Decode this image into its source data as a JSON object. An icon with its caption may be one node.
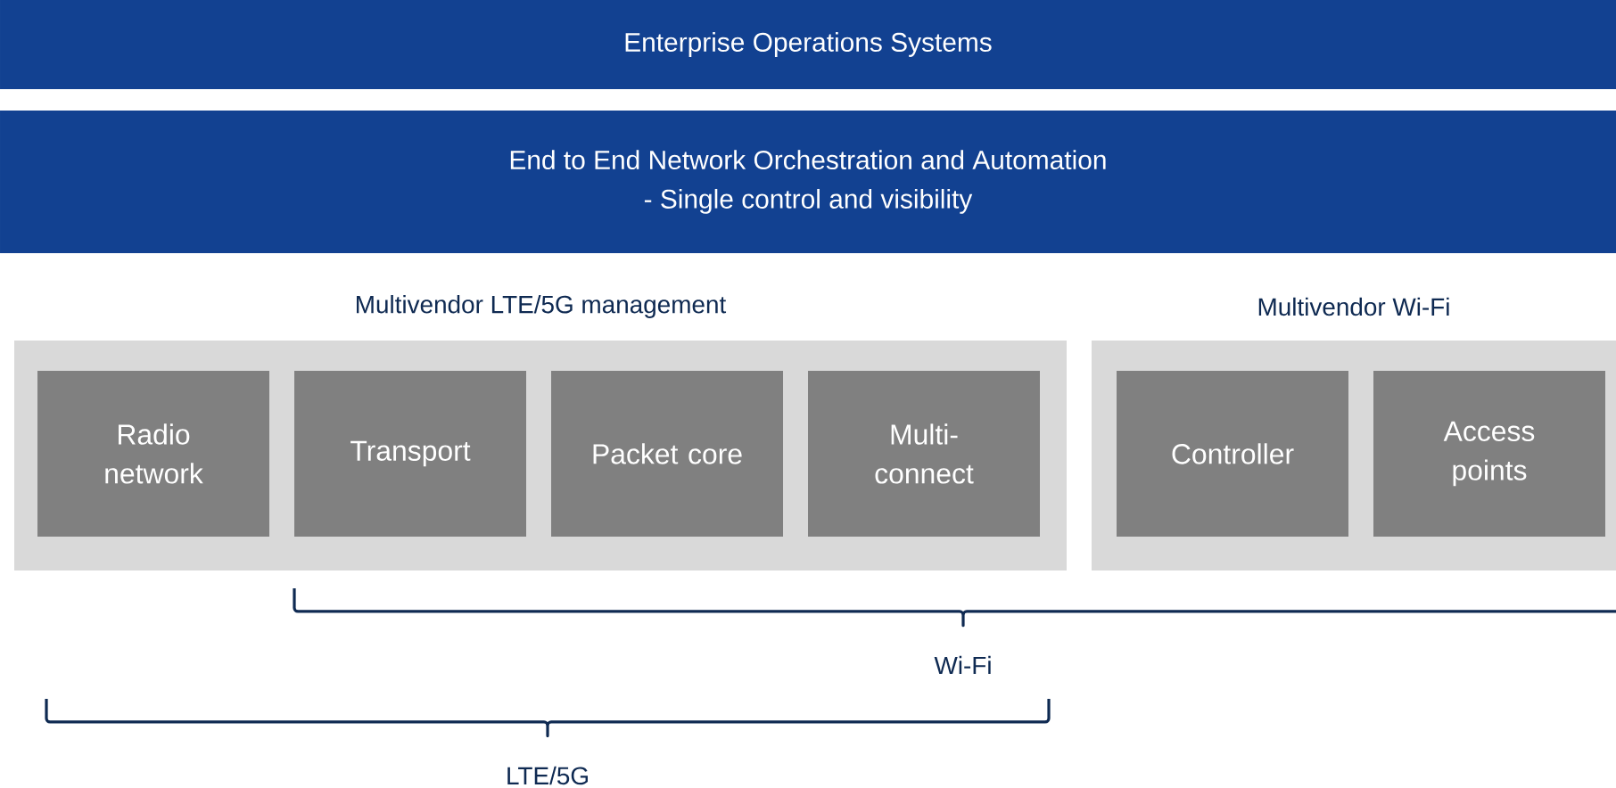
{
  "diagram": {
    "nodes": [
      {
        "text": [
          "Enterprise Operations Systems"
        ]
      },
      {
        "text": [
          "End to End Network Orchestration and Automation",
          "- Single control and visibility"
        ]
      },
      {
        "text": [
          "Multivendor LTE/5G management"
        ]
      },
      {
        "text": [
          "Radio network"
        ],
        "in": 2
      },
      {
        "text": [
          "Transport"
        ],
        "in": 2
      },
      {
        "text": [
          "Packet core"
        ],
        "in": 2
      },
      {
        "text": [
          "Multi- connect"
        ],
        "in": 2
      },
      {
        "text": [
          "Multivendor Wi-Fi"
        ]
      },
      {
        "text": [
          "Controller"
        ],
        "in": 7
      },
      {
        "text": [
          "Access points"
        ],
        "in": 7
      }
    ],
    "labels": [
      "Wi-Fi",
      "LTE/5G"
    ]
  }
}
